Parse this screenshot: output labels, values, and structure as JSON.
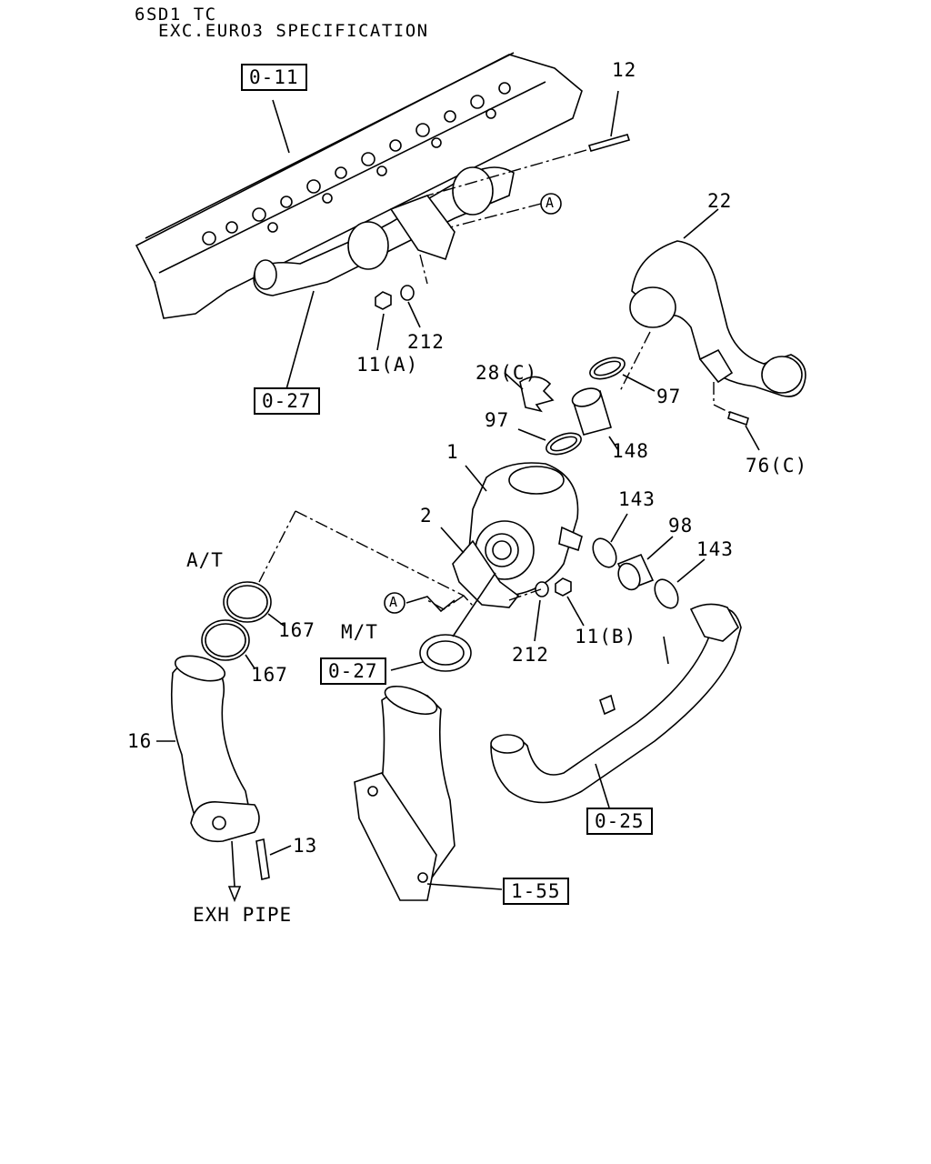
{
  "header": {
    "model": "6SD1 TC",
    "spec": "EXC.EURO3 SPECIFICATION"
  },
  "refs": {
    "r_0_11": "0-11",
    "r_0_27_top": "0-27",
    "r_0_27_mid": "0-27",
    "r_0_25": "0-25",
    "r_1_55": "1-55"
  },
  "callouts": {
    "p12": "12",
    "p22": "22",
    "p212_top": "212",
    "p11a": "11(A)",
    "p28c": "28(C)",
    "p97_right": "97",
    "p97_left": "97",
    "p148": "148",
    "p76c": "76(C)",
    "p1": "1",
    "p2": "2",
    "p143_a": "143",
    "p98": "98",
    "p143_b": "143",
    "p167_a": "167",
    "p167_b": "167",
    "p212_mid": "212",
    "p11b": "11(B)",
    "p16": "16",
    "p13": "13"
  },
  "notes": {
    "at": "A/T",
    "mt": "M/T",
    "exh": "EXH PIPE",
    "marker_a": "A"
  }
}
